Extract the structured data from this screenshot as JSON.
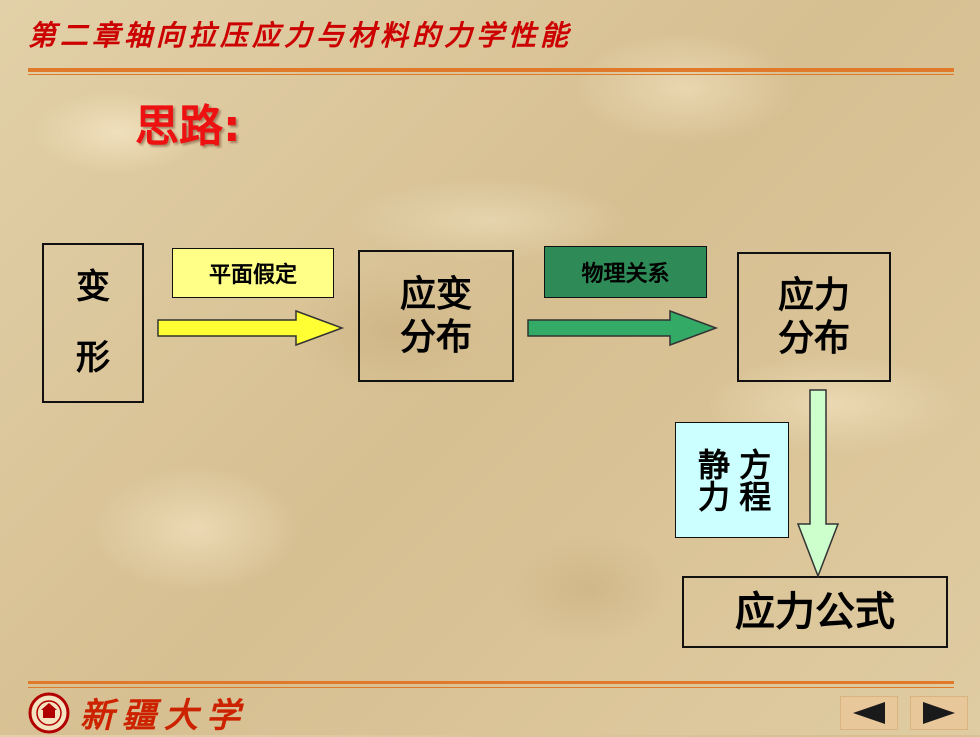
{
  "header": {
    "chapter_title": "第二章轴向拉压应力与材料的力学性能"
  },
  "subtitle": "思路:",
  "flow": {
    "deformation": {
      "line1": "变",
      "line2": "形"
    },
    "label_plane": "平面假定",
    "strain": {
      "line1": "应变",
      "line2": "分布"
    },
    "label_physics": "物理关系",
    "stress": {
      "line1": "应力",
      "line2": "分布"
    },
    "label_static": {
      "col1": "静力",
      "col2": "方程"
    },
    "formula": "应力公式"
  },
  "footer": {
    "university": "新疆大学"
  },
  "colors": {
    "title_red": "#cc0000",
    "rule_orange": "#e07a2a",
    "label_yellow": "#ffff88",
    "label_green": "#2e8b57",
    "label_cyan": "#ccffff",
    "arrow_yellow": "#ffff33",
    "arrow_green": "#33aa66",
    "arrow_lightgreen": "#ccffcc"
  },
  "icons": {
    "logo": "university-seal-icon",
    "prev": "triangle-left-icon",
    "next": "triangle-right-icon"
  }
}
